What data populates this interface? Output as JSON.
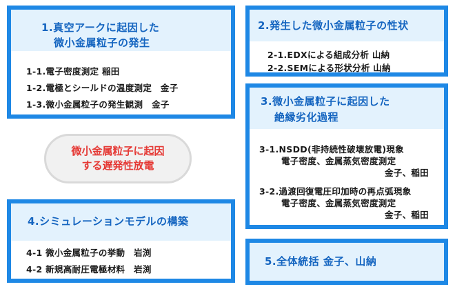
{
  "boxes": [
    {
      "title_lines": [
        "1.真空アークに起因した",
        "微小金属粒子の発生"
      ],
      "items": [
        "1-1.電子密度測定 稲田",
        "1-2.電極とシールドの温度測定　金子",
        "1-3.微小金属粒子の発生観測　金子"
      ]
    },
    {
      "title_lines": [
        "2.発生した微小金属粒子の性状"
      ],
      "items": [
        "2-1.EDXによる組成分析 山納",
        "2-2.SEMによる形状分析 山納"
      ]
    },
    {
      "title_lines": [
        "3.微小金属粒子に起因した",
        "絶縁劣化過程"
      ],
      "items": [
        "3-1.NSDD(非持続性破壊放電)現象",
        "電子密度、金属蒸気密度測定",
        "金子、稲田",
        "3-2.過渡回復電圧印加時の再点弧現象",
        "電子密度、金属蒸気密度測定",
        "金子、稲田"
      ]
    },
    {
      "title_lines": [
        "4.シミュレーションモデルの構築"
      ],
      "items": [
        "4-1 微小金属粒子の挙動　岩渕",
        "4-2 新規高耐圧電極材料　岩渕"
      ]
    },
    {
      "title_lines": [
        "5.全体統括 金子、山納"
      ],
      "items": []
    }
  ],
  "center": {
    "lines": [
      "微小金属粒子に起因",
      "する遅発性放電"
    ]
  },
  "colors": {
    "border": "#1e88e5",
    "title": "#1565c0",
    "header_fill": "#e3f2fd",
    "center_text": "#e53935",
    "center_fill": "#f1f1f1"
  }
}
